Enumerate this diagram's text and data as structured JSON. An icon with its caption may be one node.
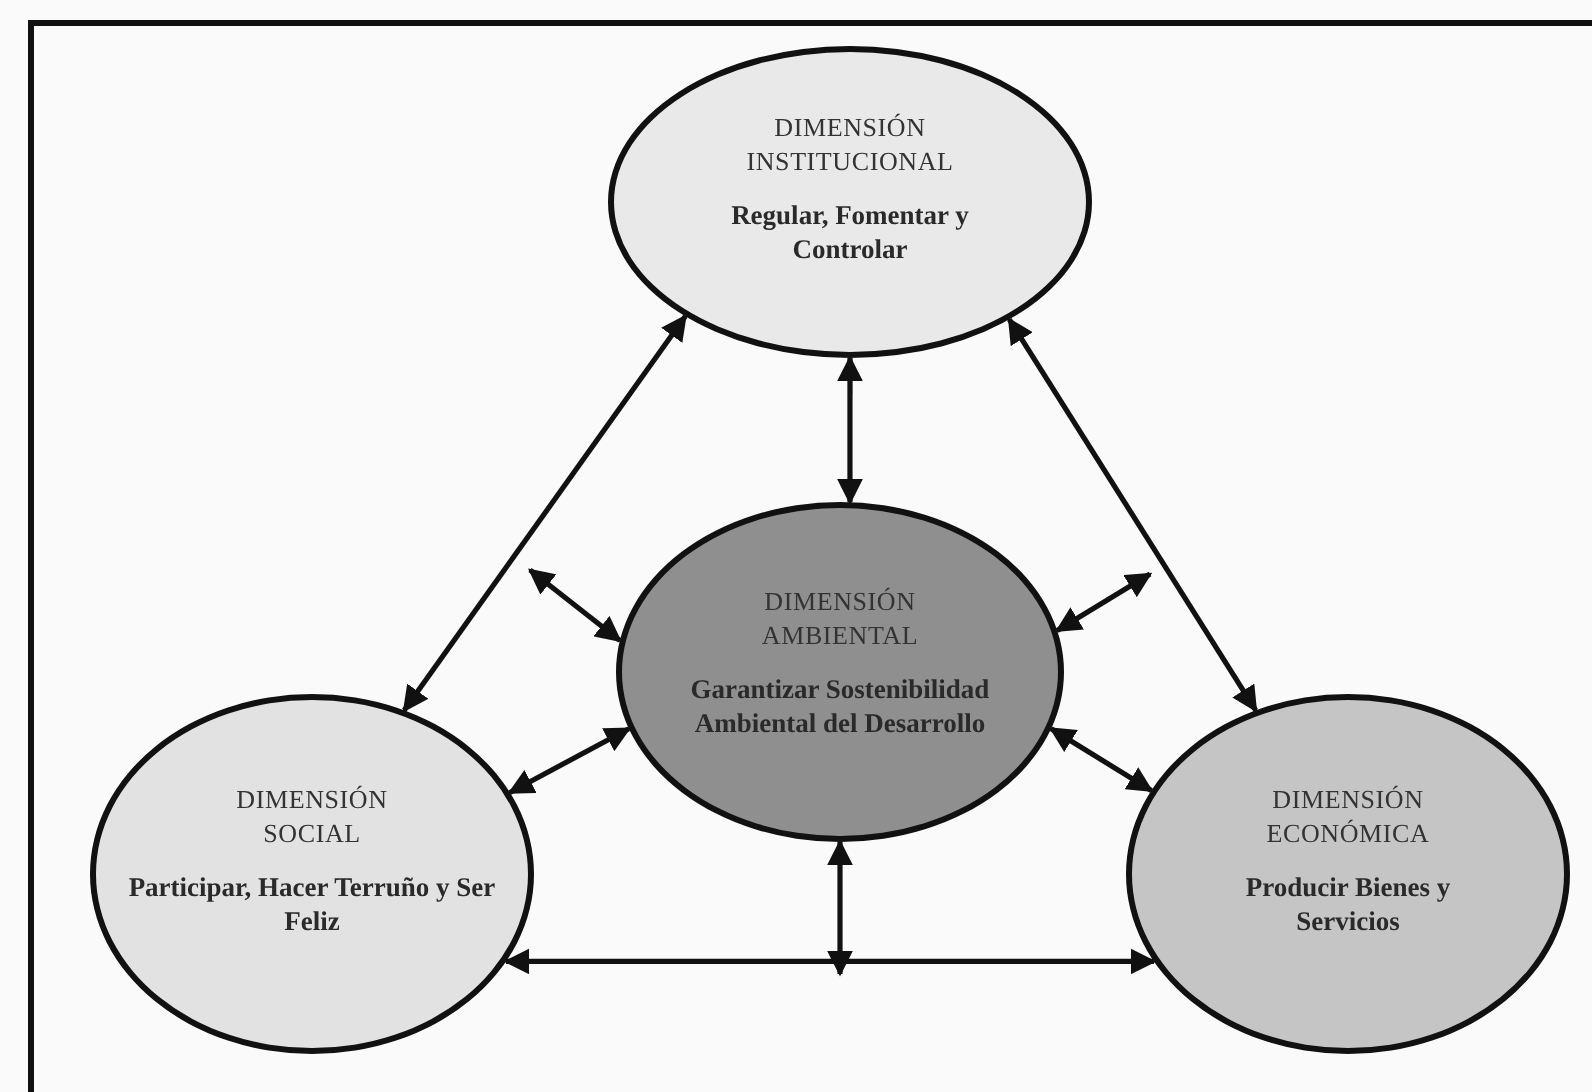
{
  "diagram": {
    "nodes": [
      {
        "text": [
          "DIMENSIÓN INSTITUCIONAL",
          "Regular, Fomentar y Controlar"
        ]
      },
      {
        "text": [
          "DIMENSIÓN AMBIENTAL",
          "Garantizar Sostenibilidad Ambiental del Desarrollo"
        ]
      },
      {
        "text": [
          "DIMENSIÓN SOCIAL",
          "Participar, Hacer Terruño y Ser Feliz"
        ]
      },
      {
        "text": [
          "DIMENSIÓN ECONÓMICA",
          "Producir Bienes y Servicios"
        ]
      }
    ],
    "edges": [
      {
        "from": 0,
        "to": 2,
        "arrow": "both"
      },
      {
        "from": 0,
        "to": 3,
        "arrow": "both"
      },
      {
        "from": 2,
        "to": 3,
        "arrow": "both"
      },
      {
        "from": 1,
        "to": 0,
        "arrow": "both"
      },
      {
        "from": 1,
        "to": 2,
        "arrow": "both"
      },
      {
        "from": 1,
        "to": 3,
        "arrow": "both"
      },
      {
        "from": null,
        "to": 1,
        "arrow": "both"
      },
      {
        "from": null,
        "to": 1,
        "arrow": "both"
      },
      {
        "from": null,
        "to": 1,
        "arrow": "both"
      }
    ]
  }
}
